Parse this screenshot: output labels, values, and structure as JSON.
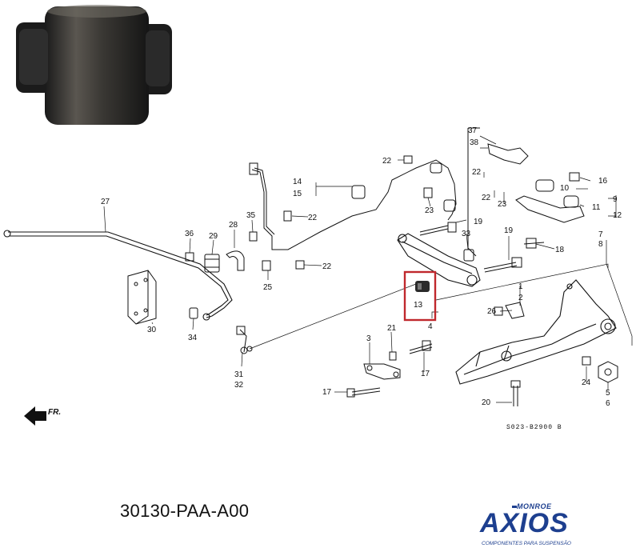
{
  "part_number": "30130-PAA-A00",
  "diagram_code": "S023-B2900 B",
  "front_indicator": "FR.",
  "logo": {
    "brand_top": "MONROE",
    "brand_main": "AXIOS",
    "tagline": "COMPONENTES PARA SUSPENSÃO",
    "color": "#1d3f8f"
  },
  "highlight_color": "#c0282d",
  "highlighted_callout": "13",
  "callouts": [
    "1",
    "2",
    "3",
    "4",
    "5",
    "6",
    "7",
    "8",
    "9",
    "10",
    "11",
    "12",
    "13",
    "14",
    "15",
    "16",
    "17",
    "17b",
    "18",
    "19",
    "19b",
    "20",
    "21",
    "22a",
    "22b",
    "22c",
    "22d",
    "22e",
    "23a",
    "23b",
    "24",
    "25",
    "26",
    "27",
    "28",
    "29",
    "30",
    "31",
    "32",
    "33",
    "34",
    "35",
    "36",
    "37",
    "38"
  ],
  "labels": {
    "c1": "1",
    "c2": "2",
    "c3": "3",
    "c4": "4",
    "c5": "5",
    "c6": "6",
    "c7": "7",
    "c8": "8",
    "c9": "9",
    "c10": "10",
    "c11": "11",
    "c12": "12",
    "c13": "13",
    "c14": "14",
    "c15": "15",
    "c16": "16",
    "c17a": "17",
    "c17b": "17",
    "c18": "18",
    "c19a": "19",
    "c19b": "19",
    "c20": "20",
    "c21": "21",
    "c22a": "22",
    "c22b": "22",
    "c22c": "22",
    "c22d": "22",
    "c22e": "22",
    "c23a": "23",
    "c23b": "23",
    "c24": "24",
    "c25": "25",
    "c26": "26",
    "c27": "27",
    "c28": "28",
    "c29": "29",
    "c30": "30",
    "c31": "31",
    "c32": "32",
    "c33": "33",
    "c34": "34",
    "c35": "35",
    "c36": "36",
    "c37": "37",
    "c38": "38"
  }
}
